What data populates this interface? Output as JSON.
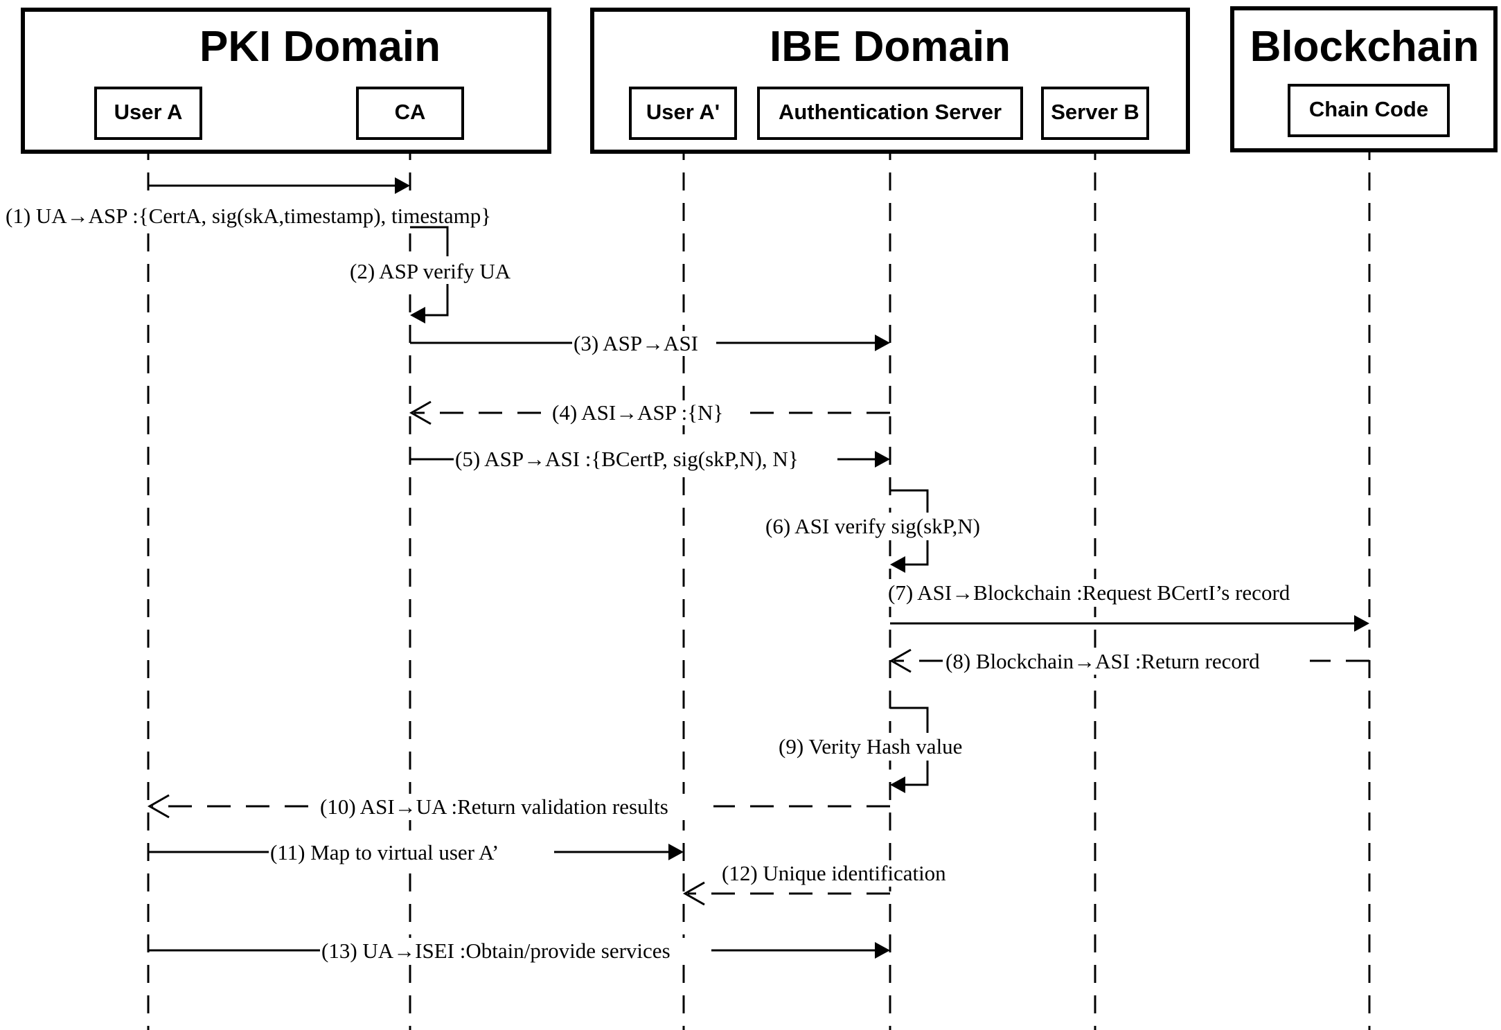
{
  "domains": [
    {
      "id": "pki",
      "title": "PKI Domain"
    },
    {
      "id": "ibe",
      "title": "IBE Domain"
    },
    {
      "id": "blockchain",
      "title": "Blockchain"
    }
  ],
  "actors": [
    {
      "id": "user-a",
      "label": "User A"
    },
    {
      "id": "ca",
      "label": "CA"
    },
    {
      "id": "user-a-prime",
      "label": "User A'"
    },
    {
      "id": "auth-server",
      "label": "Authentication Server"
    },
    {
      "id": "server-b",
      "label": "Server B"
    },
    {
      "id": "chain-code",
      "label": "Chain Code"
    }
  ],
  "messages": [
    {
      "step": "(1)",
      "text": "(1) UA→ASP :{CertA, sig(skA,timestamp), timestamp}",
      "from": "user-a",
      "to": "ca",
      "style": "solid"
    },
    {
      "step": "(2)",
      "text": "(2) ASP verify UA",
      "from": "ca",
      "to": "ca",
      "style": "self"
    },
    {
      "step": "(3)",
      "text": "(3) ASP→ASI",
      "from": "ca",
      "to": "auth-server",
      "style": "solid"
    },
    {
      "step": "(4)",
      "text": "(4) ASI→ASP :{N}",
      "from": "auth-server",
      "to": "ca",
      "style": "dashed"
    },
    {
      "step": "(5)",
      "text": "(5) ASP→ASI :{BCertP, sig(skP,N), N}",
      "from": "ca",
      "to": "auth-server",
      "style": "solid"
    },
    {
      "step": "(6)",
      "text": "(6) ASI verify sig(skP,N)",
      "from": "auth-server",
      "to": "auth-server",
      "style": "self"
    },
    {
      "step": "(7)",
      "text": "(7) ASI→Blockchain :Request BCertI’s record",
      "from": "auth-server",
      "to": "chain-code",
      "style": "solid"
    },
    {
      "step": "(8)",
      "text": "(8) Blockchain→ASI :Return record",
      "from": "chain-code",
      "to": "auth-server",
      "style": "dashed"
    },
    {
      "step": "(9)",
      "text": "(9) Verity Hash value",
      "from": "auth-server",
      "to": "auth-server",
      "style": "self"
    },
    {
      "step": "(10)",
      "text": "(10) ASI→UA :Return validation results",
      "from": "auth-server",
      "to": "user-a",
      "style": "dashed"
    },
    {
      "step": "(11)",
      "text": "(11) Map to virtual user A’",
      "from": "user-a",
      "to": "user-a-prime",
      "style": "solid"
    },
    {
      "step": "(12)",
      "text": "(12) Unique identification",
      "from": "auth-server",
      "to": "user-a-prime",
      "style": "dashed"
    },
    {
      "step": "(13)",
      "text": "(13) UA→ISEI :Obtain/provide services",
      "from": "user-a",
      "to": "auth-server",
      "style": "solid"
    }
  ]
}
